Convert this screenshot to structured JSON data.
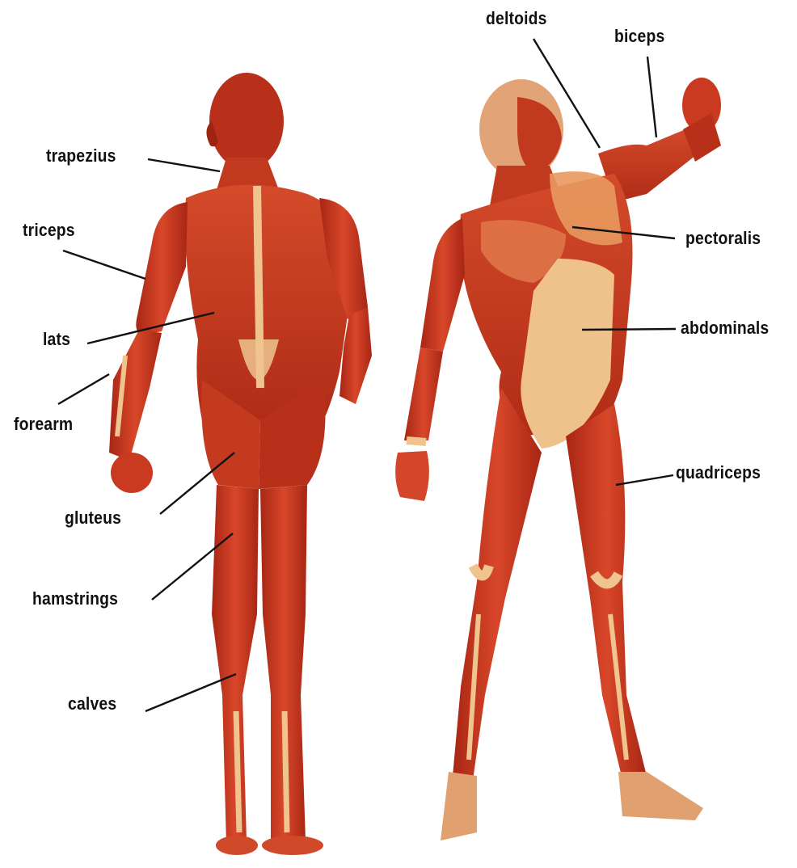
{
  "labels": {
    "trapezius": "trapezius",
    "triceps": "triceps",
    "lats": "lats",
    "forearm": "forearm",
    "gluteus": "gluteus",
    "hamstrings": "hamstrings",
    "calves": "calves",
    "deltoids": "deltoids",
    "biceps": "biceps",
    "pectoralis": "pectoralis",
    "abdominals": "abdominals",
    "quadriceps": "quadriceps"
  },
  "colors": {
    "muscle": "#c8321b",
    "muscle_dark": "#9e2412",
    "muscle_light": "#e0623a",
    "tendon": "#efc48f",
    "skin_light": "#f3d5a6",
    "leader_line": "#111111"
  }
}
